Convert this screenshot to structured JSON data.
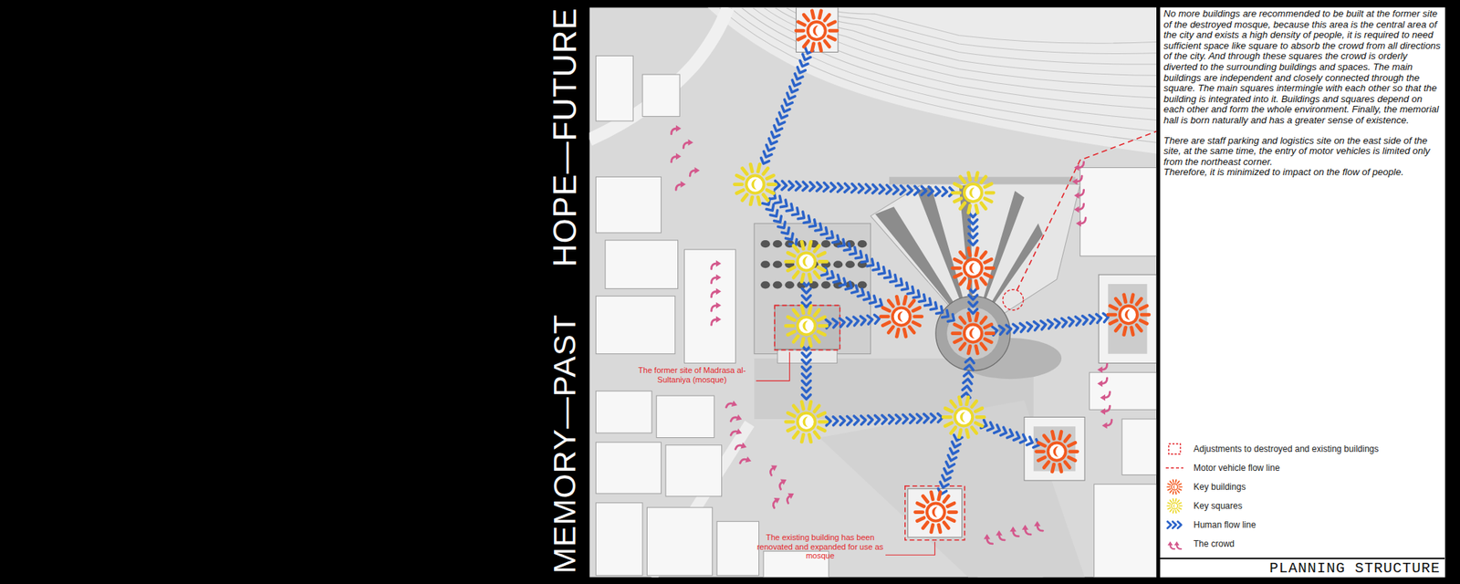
{
  "diagram": {
    "title": "PLANNING STRUCTURE",
    "labels": [
      "MEMORY—PAST",
      "HOPE—FUTURE",
      "No more buildings are recommended to be built at the former site of the destroyed mosque, because this area is the central area of the city and exists a high density of people, it is required to need sufficient space like square to absorb the crowd from all directions of the city. And through these squares the crowd is orderly diverted to the surrounding buildings and spaces. The main buildings are independent and closely connected through the square. The main squares intermingle with each other so that the building is integrated into it. Buildings and squares depend on each other and form the whole environment. Finally, the memorial hall is born naturally and has a greater sense of existence.",
      "There are staff parking and logistics site on the east side of the site, at the same time, the entry of motor vehicles is limited only from the northeast corner.",
      "Therefore, it is minimized to impact on the flow of people.",
      "The former site of Madrasa al-Sultaniya (mosque)",
      "The existing building has been renovated and expanded for use as mosque"
    ],
    "legend": [
      {
        "text": "Adjustments to destroyed and existing buildings"
      },
      {
        "text": "Motor vehicle flow line"
      },
      {
        "text": "Key buildings"
      },
      {
        "text": "Key squares"
      },
      {
        "text": "Human flow line"
      },
      {
        "text": "The crowd"
      }
    ]
  }
}
